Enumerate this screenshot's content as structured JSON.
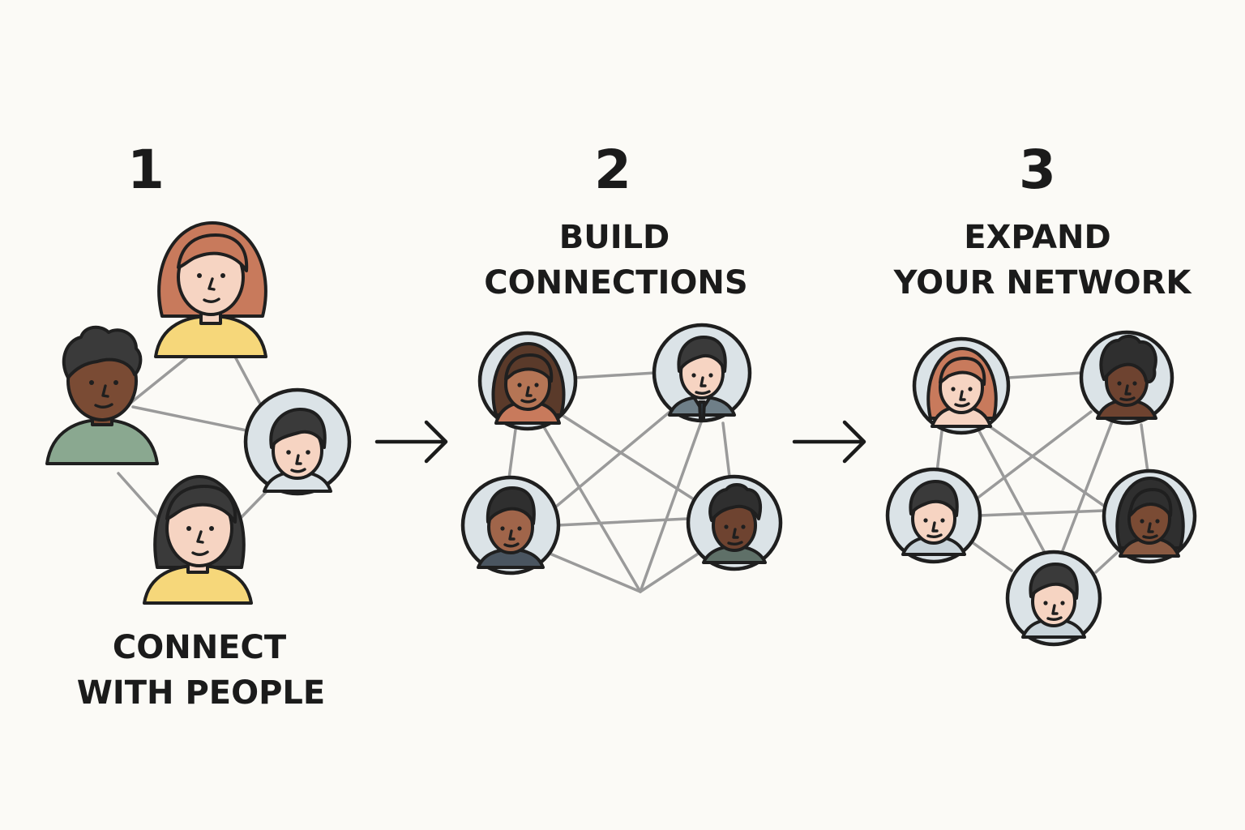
{
  "steps": [
    {
      "number": "1",
      "label_line1": "CONNECT",
      "label_line2": "WITH PEOPLE"
    },
    {
      "number": "2",
      "label_line1": "BUILD",
      "label_line2": "CONNECTIONS"
    },
    {
      "number": "3",
      "label_line1": "EXPAND",
      "label_line2": "YOUR NETWORK"
    }
  ],
  "colors": {
    "background": "#fbfaf6",
    "edge": "#9a9a9a",
    "avatar_ring_fill": "#dbe3e7",
    "outline": "#1f1f1f",
    "shirt_yellow": "#f6d77a",
    "shirt_green": "#8aa890",
    "shirt_grey": "#c9d4da",
    "hair_auburn": "#c87a5c",
    "hair_dark": "#3a3a3a",
    "skin_light": "#f6d4c2",
    "skin_medium": "#b57555",
    "skin_dark": "#7a4b34"
  },
  "icons": [
    "person-icon",
    "avatar-icon",
    "right-arrow-icon"
  ]
}
